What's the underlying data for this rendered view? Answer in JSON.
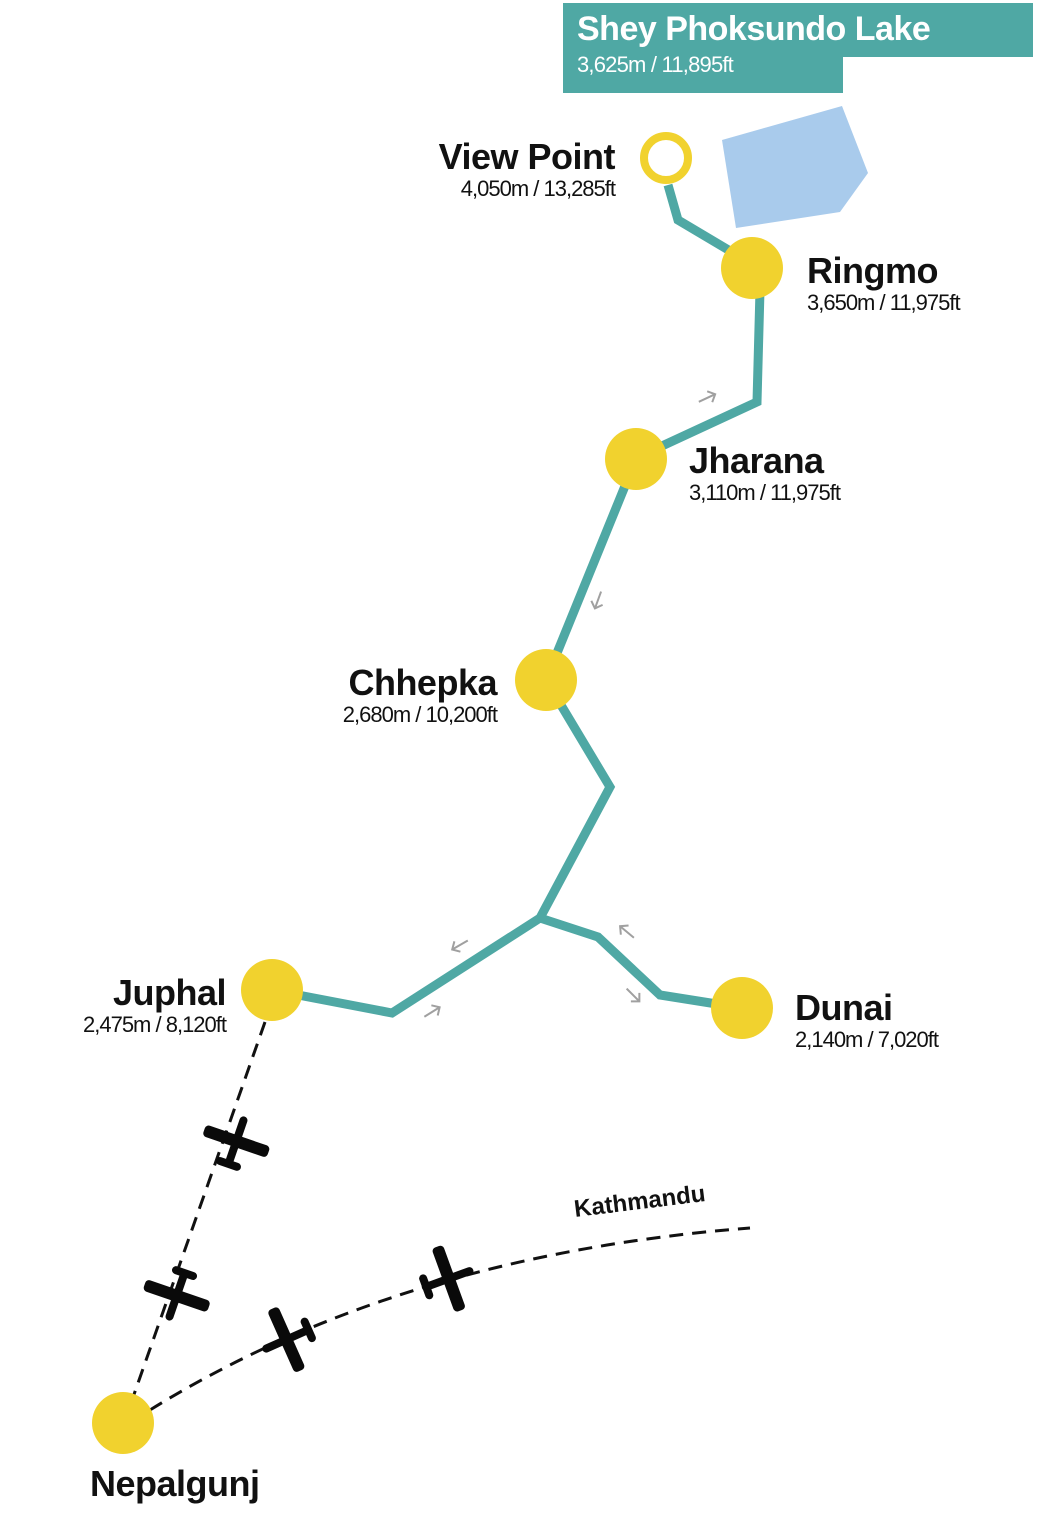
{
  "header": {
    "title": "Shey Phoksundo Lake",
    "elevation": "3,625m / 11,895ft"
  },
  "stops": {
    "view_point": {
      "name": "View Point",
      "elevation": "4,050m / 13,285ft"
    },
    "ringmo": {
      "name": "Ringmo",
      "elevation": "3,650m / 11,975ft"
    },
    "jharana": {
      "name": "Jharana",
      "elevation": "3,110m / 11,975ft"
    },
    "chhepka": {
      "name": "Chhepka",
      "elevation": "2,680m / 10,200ft"
    },
    "juphal": {
      "name": "Juphal",
      "elevation": "2,475m / 8,120ft"
    },
    "dunai": {
      "name": "Dunai",
      "elevation": "2,140m / 7,020ft"
    },
    "nepalgunj": {
      "name": "Nepalgunj"
    }
  },
  "flight": {
    "destination": "Kathmandu"
  },
  "colors": {
    "route": "#4fa8a4",
    "stop": "#f1d22e",
    "lake": "#a9cbec",
    "arrow": "#a0a0a0"
  }
}
